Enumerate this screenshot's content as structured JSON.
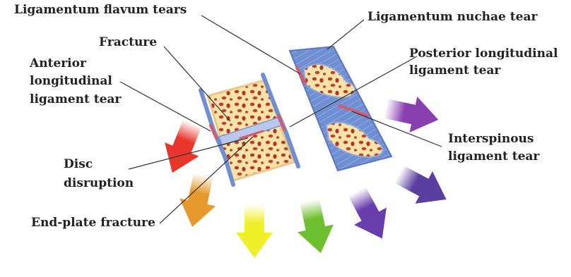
{
  "labels": {
    "ligamentum_flavum_tears": "Ligamentum flavum tears",
    "ligamentum_nuchae_tear": "Ligamentum nuchae tear",
    "fracture": "Fracture",
    "posterior_longitudinal_line1": "Posterior longitudinal",
    "posterior_longitudinal_line2": "ligament tear",
    "anterior_line1": "Anterior",
    "anterior_line2": "longitudinal",
    "anterior_line3": "ligament tear",
    "interspinous_line1": "Interspinous",
    "interspinous_line2": "ligament tear",
    "disc_line1": "Disc",
    "disc_line2": "disruption",
    "end_plate_fracture": "End-plate fracture"
  },
  "colors": {
    "bone_fill": "#f6e3a8",
    "bone_spot": "#c0392b",
    "ligament_blue": "#6f8fd2",
    "disc_fill": "#b9c8ec",
    "tear_red": "#d85a6a",
    "leader_line": "#333333",
    "arrows": [
      "#e8362c",
      "#e69a2c",
      "#eff02a",
      "#6cbf2e",
      "#6a3dad",
      "#5a3fa0",
      "#8a3fb0"
    ]
  }
}
